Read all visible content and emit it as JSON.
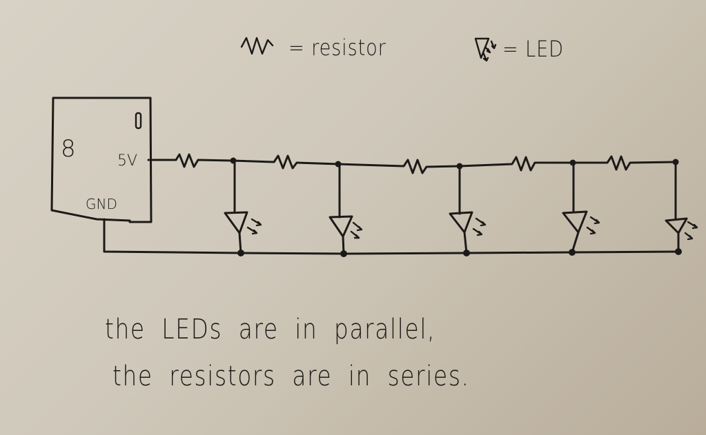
{
  "legend": {
    "resistor_label": "= resistor",
    "led_label": "= LED"
  },
  "board": {
    "left_label": "8",
    "power_pin_label": "5V",
    "ground_pin_label": "GND"
  },
  "circuit": {
    "resistor_count": 5,
    "led_count": 5,
    "resistor_arrangement": "series",
    "led_arrangement": "parallel"
  },
  "caption": {
    "line1": "the LEDs are in parallel,",
    "line2": "the resistors are in series."
  },
  "colors": {
    "ink": "#1c1a18",
    "paper": "#d4cdc0"
  }
}
